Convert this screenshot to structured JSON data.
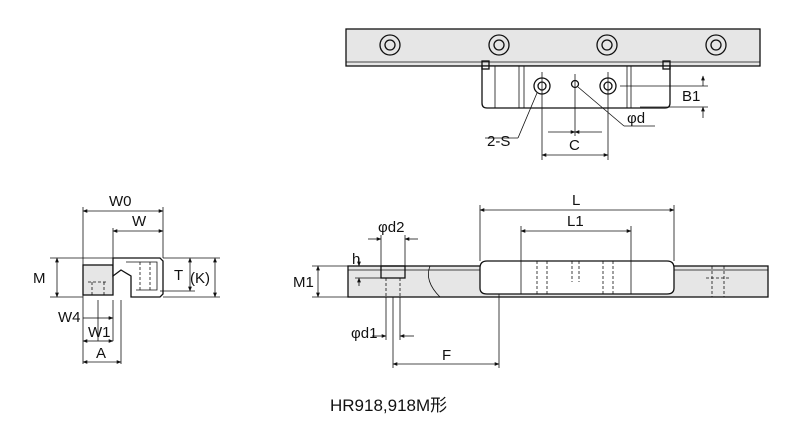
{
  "labels": {
    "B1": "B1",
    "phi_d": "φd",
    "two_S": "2-S",
    "C": "C",
    "W0": "W0",
    "W": "W",
    "M": "M",
    "T": "T",
    "K": "(K)",
    "W4": "W4",
    "W1": "W1",
    "A": "A",
    "L": "L",
    "L1": "L1",
    "phi_d2": "φd2",
    "h": "h",
    "M1": "M1",
    "phi_d1": "φd1",
    "F": "F"
  },
  "caption": "HR918,918M形"
}
